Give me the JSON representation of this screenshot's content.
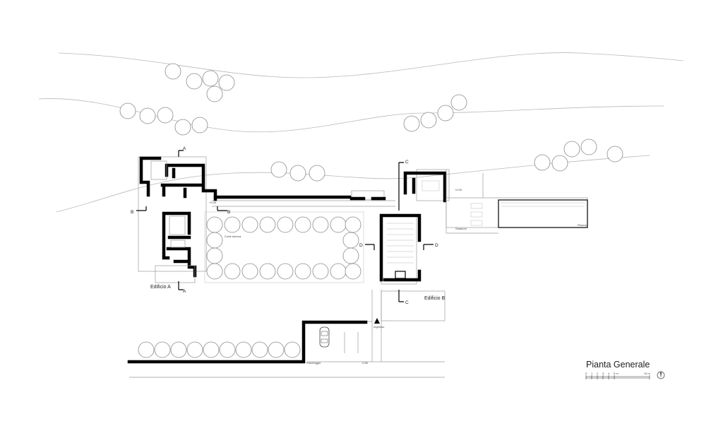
{
  "title": "Pianta Generale",
  "buildings": {
    "a": "Edificio  A",
    "b": "Edificio  B"
  },
  "section_markers": {
    "a": "A",
    "b": "B",
    "c": "C",
    "d": "D"
  },
  "scale_bar": {
    "ticks": [
      "0",
      "1",
      "2",
      "3",
      "4",
      "5 m",
      "10 m"
    ]
  },
  "small_labels": {
    "courtyard": "Corte Interna",
    "pool": "Piscina",
    "solarium": "Solarium",
    "parking": "Parcheggio",
    "entrance": "Ingresso"
  },
  "icons": [
    "north-arrow-icon",
    "entrance-arrow-icon",
    "car-icon"
  ]
}
